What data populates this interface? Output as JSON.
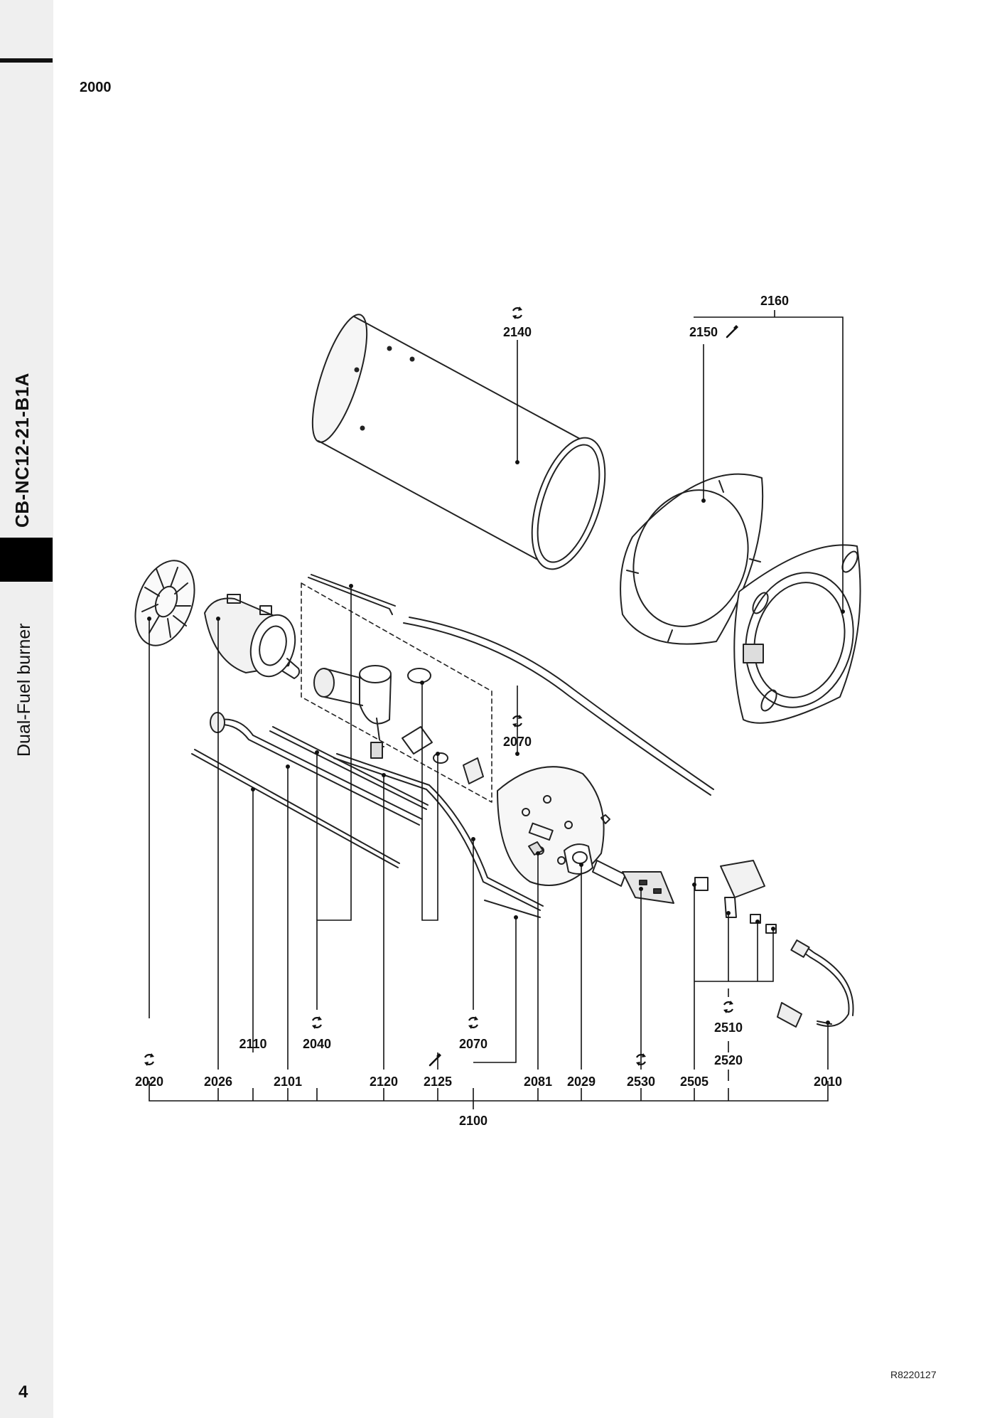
{
  "sidebar": {
    "model_code": "CB-NC12-21-B1A",
    "product_name": "Dual-Fuel burner"
  },
  "page": {
    "label": "2000",
    "number": "4",
    "reference": "R8220127"
  },
  "callouts": {
    "c2160": "2160",
    "c2140": "2140",
    "c2150": "2150",
    "c2070_mid": "2070",
    "c2110": "2110",
    "c2040": "2040",
    "c2070_low": "2070",
    "c2510": "2510",
    "c2520": "2520",
    "c2020": "2020",
    "c2026": "2026",
    "c2101": "2101",
    "c2120": "2120",
    "c2125": "2125",
    "c2081": "2081",
    "c2029": "2029",
    "c2530": "2530",
    "c2505": "2505",
    "c2010": "2010",
    "c2100": "2100"
  },
  "icons": {
    "wear_part": "circular-arrows-icon",
    "tool_part": "wrench-icon"
  }
}
